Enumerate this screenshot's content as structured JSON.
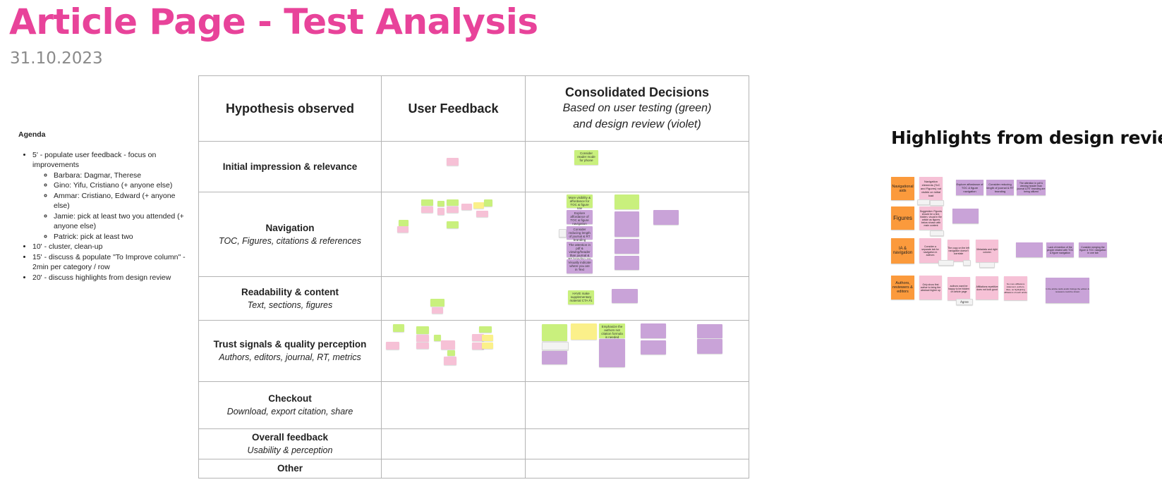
{
  "header": {
    "title": "Article Page - Test Analysis",
    "date": "31.10.2023"
  },
  "agenda": {
    "heading": "Agenda",
    "items": [
      {
        "text": "5' - populate user feedback - focus on improvements",
        "sub": [
          "Barbara: Dagmar, Therese",
          "Gino: Yifu, Cristiano (+ anyone else)",
          "Ammar: Cristiano, Edward (+ anyone else)",
          "Jamie: pick at least two you attended (+ anyone else)",
          "Patrick: pick at least two"
        ]
      },
      {
        "text": "10' - cluster, clean-up"
      },
      {
        "text": "15' - discuss & populate \"To Improve column\" - 2min per category / row"
      },
      {
        "text": "20' - discuss highlights from design review"
      }
    ]
  },
  "table": {
    "col_hypothesis": "Hypothesis observed",
    "col_feedback": "User Feedback",
    "col_decisions": "Consolidated Decisions",
    "col_decisions_sub1": "Based on user testing (green)",
    "col_decisions_sub2": "and design review (violet)",
    "rows": [
      {
        "title": "Initial impression & relevance",
        "sub": ""
      },
      {
        "title": "Navigation",
        "sub": "TOC, Figures, citations & references"
      },
      {
        "title": "Readability & content",
        "sub": "Text, sections, figures"
      },
      {
        "title": "Trust signals & quality perception",
        "sub": "Authors, editors, journal, RT, metrics"
      },
      {
        "title": "Checkout",
        "sub": "Download, export citation, share"
      },
      {
        "title": "Overall feedback",
        "sub": "Usability & perception"
      },
      {
        "title": "Other",
        "sub": ""
      }
    ],
    "notes": {
      "initial_decision": "Consider reader mode for phone",
      "nav_decisions": [
        "More visibility & affordance for TOC & figure nav",
        "Explore affordance of TOC & figure navigation",
        "Consider reducing length of journal & RT branding",
        "The attention in pdf & viewing/header than journal & RT branding are being utilized",
        "Visually indicate where you are in Text"
      ],
      "read_decision": "HAVE make supplementary material CTA #1",
      "trust_decision": "Emphasize the authors not citation formula is needed"
    }
  },
  "highlights": {
    "title": "Highlights from design review",
    "rows": [
      {
        "label": "Navigational aids",
        "notes": [
          "Navigation elements (ToC and Figures) not visible on initial load",
          "Explore affordance of TOC & figure navigation",
          "Consider reducing length of journal & RT branding",
          "The attention in pdf & viewing header than journal & RT branding are being utilized"
        ]
      },
      {
        "label": "Figures",
        "notes": [
          "Suggestion: Figures should be a line, hidden, visual in the article as figures below shown with main content"
        ]
      },
      {
        "label": "IA & navigation",
        "notes": [
          "Consider a separate tab for navigation in authors",
          "The copy on the left navigation doesn't correlate",
          "Metadata and right column",
          "Lack of mention of the people related with TOC & figure navigation",
          "Consider merging the figure & TOC navigation in one tab"
        ]
      },
      {
        "label": "Authors, reviewers & editors",
        "notes": [
          "Only show first author to bring the abstract higher up",
          "authors want be happy to be hidden on article page",
          "Affiliations repetitive does not look good",
          "No more affiliations statement, authors, titles, as highlighting affiliations of each article",
          "In the article cards and/or listings the editors & reviewers could be shown"
        ]
      }
    ],
    "agree_label": "Agree"
  },
  "colors": {
    "title": "#e8439a",
    "pink_note": "#f6c1d6",
    "green_note": "#c9f07d",
    "violet_note": "#c9a3d8",
    "orange_note": "#fb9a3c"
  }
}
